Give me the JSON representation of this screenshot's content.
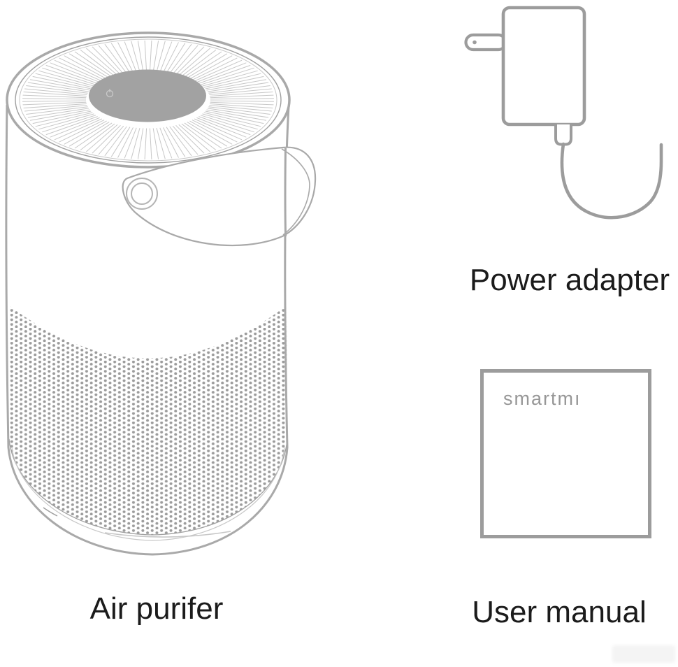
{
  "figures": {
    "air_purifier": {
      "caption": "Air purifer"
    },
    "power_adapter": {
      "caption": "Power adapter"
    },
    "user_manual": {
      "caption": "User manual",
      "logo": "smartmı"
    }
  },
  "colors": {
    "bg": "#ffffff",
    "outline": "#a9a9a9",
    "outline_dark": "#9c9c9c",
    "thin_line": "#c7c7c7",
    "mid_line": "#9f9f9f",
    "panel_gray": "#a2a2a2",
    "dots": "#9c9c9c",
    "label_text": "#1b1b1b",
    "logo_text": "#979797",
    "pivot_line": "#b5b5b5"
  }
}
